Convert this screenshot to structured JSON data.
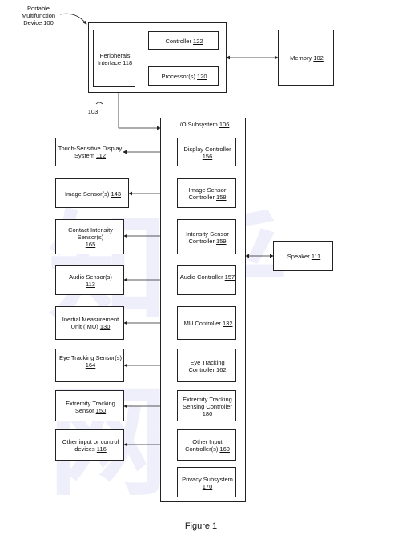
{
  "device": {
    "label": "Portable Multifunction Device",
    "ref": "100"
  },
  "peripherals": {
    "label": "Peripherals Interface",
    "ref": "118"
  },
  "controller": {
    "label": "Controller",
    "ref": "122"
  },
  "processor": {
    "label": "Processor(s)",
    "ref": "120"
  },
  "memory": {
    "label": "Memory",
    "ref": "102"
  },
  "bus_ref": "103",
  "io": {
    "label": "I/O Subsystem",
    "ref": "106"
  },
  "speaker": {
    "label": "Speaker",
    "ref": "111"
  },
  "figure_caption": "Figure 1",
  "watermark": "知乎网",
  "rows": [
    {
      "left": "Touch-Sensitive Display System",
      "left_ref": "112",
      "right": "Display Controller",
      "right_ref": "156"
    },
    {
      "left": "Image Sensor(s)",
      "left_ref": "143",
      "right": "Image Sensor Controller",
      "right_ref": "158"
    },
    {
      "left": "Contact Intensity Sensor(s)",
      "left_ref": "165",
      "right": "Intensity Sensor Controller",
      "right_ref": "159"
    },
    {
      "left": "Audio Sensor(s)",
      "left_ref": "113",
      "right": "Audio Controller",
      "right_ref": "157"
    },
    {
      "left": "Inertial Measurement Unit (IMU)",
      "left_ref": "130",
      "right": "IMU Controller",
      "right_ref": "132"
    },
    {
      "left": "Eye Tracking Sensor(s)",
      "left_ref": "164",
      "right": "Eye Tracking Controller",
      "right_ref": "162"
    },
    {
      "left": "Extremity Tracking Sensor",
      "left_ref": "150",
      "right": "Extremity Tracking Sensing Controller",
      "right_ref": "180"
    },
    {
      "left": "Other input or control devices",
      "left_ref": "116",
      "right": "Other Input Controller(s)",
      "right_ref": "160"
    }
  ],
  "privacy": {
    "label": "Privacy Subsystem",
    "ref": "170"
  }
}
